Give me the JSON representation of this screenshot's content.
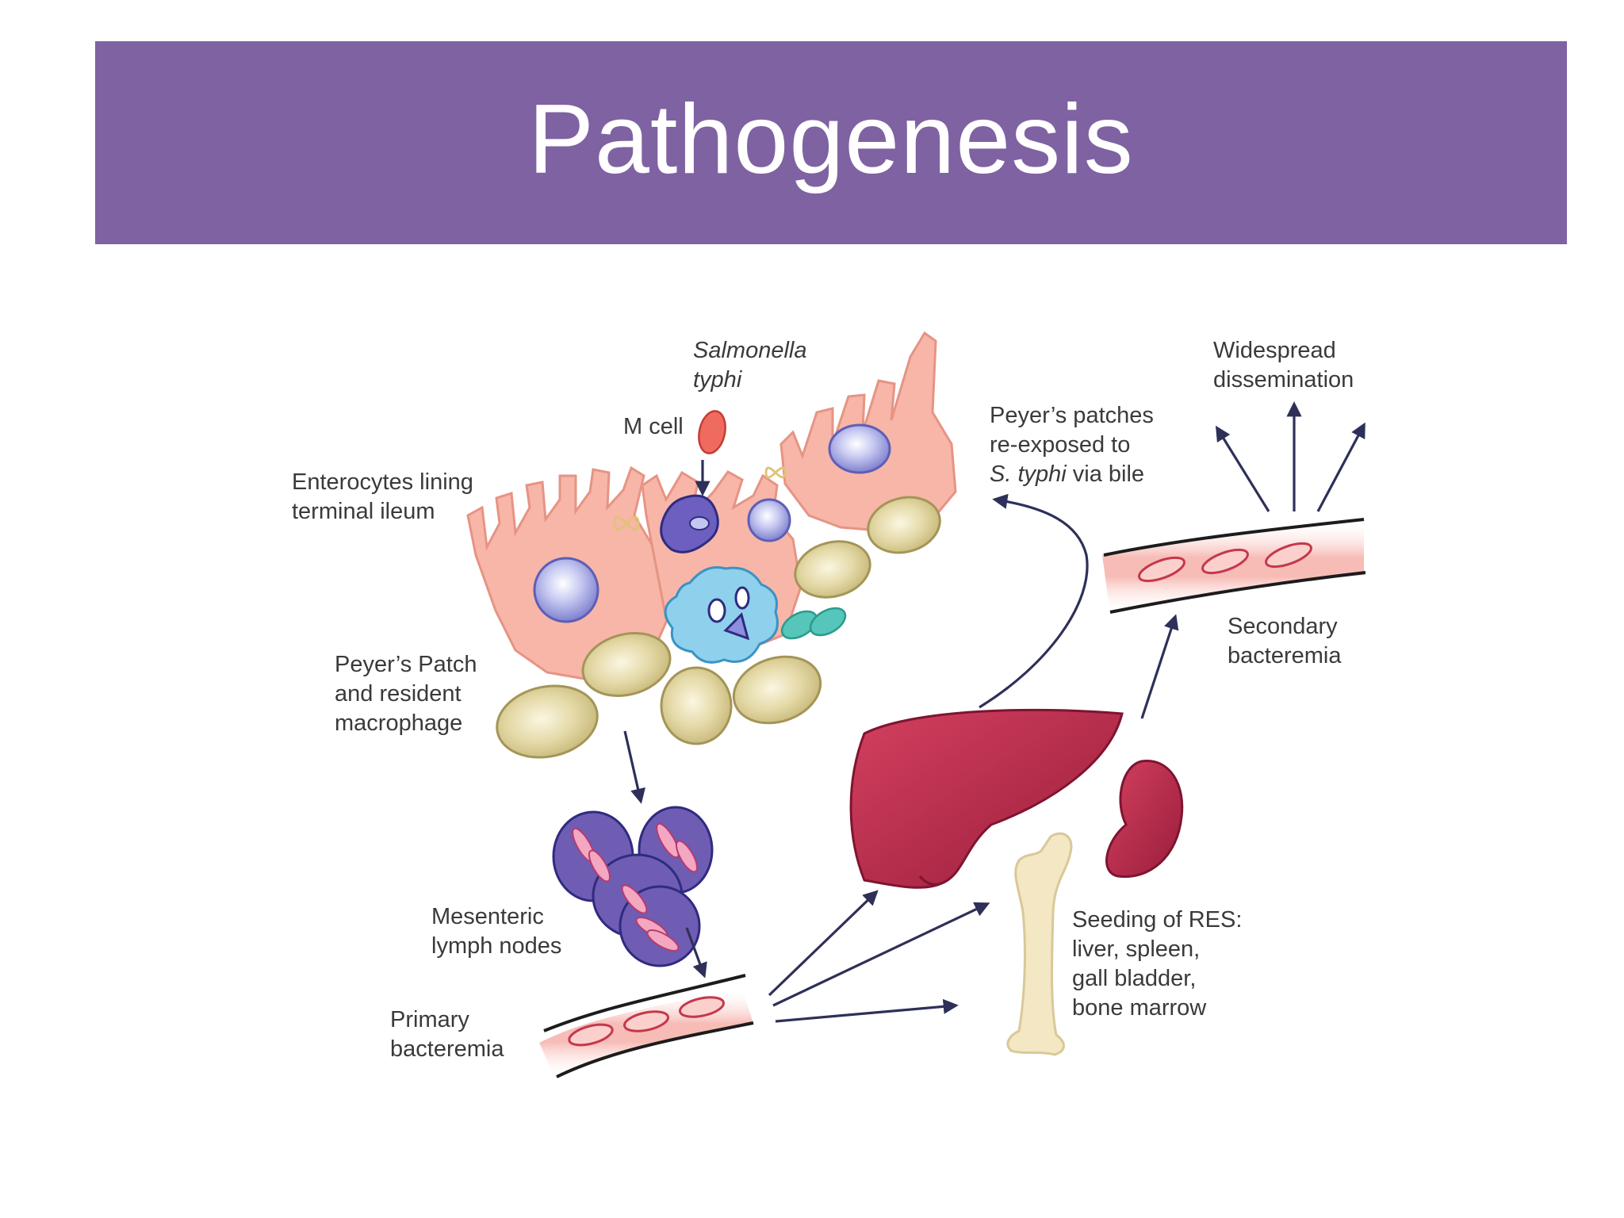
{
  "slide": {
    "title": "Pathogenesis"
  },
  "labels": {
    "salmonella_l1": "Salmonella",
    "salmonella_l2": "typhi",
    "m_cell": "M cell",
    "enterocytes_l1": "Enterocytes lining",
    "enterocytes_l2": "terminal ileum",
    "peyers_patch_l1": "Peyer’s Patch",
    "peyers_patch_l2": "and resident",
    "peyers_patch_l3": "macrophage",
    "mesenteric_l1": "Mesenteric",
    "mesenteric_l2": "lymph nodes",
    "primary_l1": "Primary",
    "primary_l2": "bacteremia",
    "reexposed_l1": "Peyer’s patches",
    "reexposed_l2": "re-exposed to",
    "reexposed_l3_italic": "S. typhi",
    "reexposed_l3_rest": " via bile",
    "widespread_l1": "Widespread",
    "widespread_l2": "dissemination",
    "secondary_l1": "Secondary",
    "secondary_l2": "bacteremia",
    "seeding_l1": "Seeding of RES:",
    "seeding_l2": "liver, spleen,",
    "seeding_l3": "gall bladder,",
    "seeding_l4": "bone marrow"
  },
  "colors": {
    "banner": "#7f62a2",
    "enterocyte": "#f7b6a8",
    "nucleus": "#9d9fe0",
    "lymphoid_cell": "#dccf98",
    "macrophage": "#8fd0ec",
    "lymph_node": "#6e5db2",
    "organ": "#b82a4a",
    "bone": "#f3e7c4",
    "arrow": "#2e3059"
  }
}
